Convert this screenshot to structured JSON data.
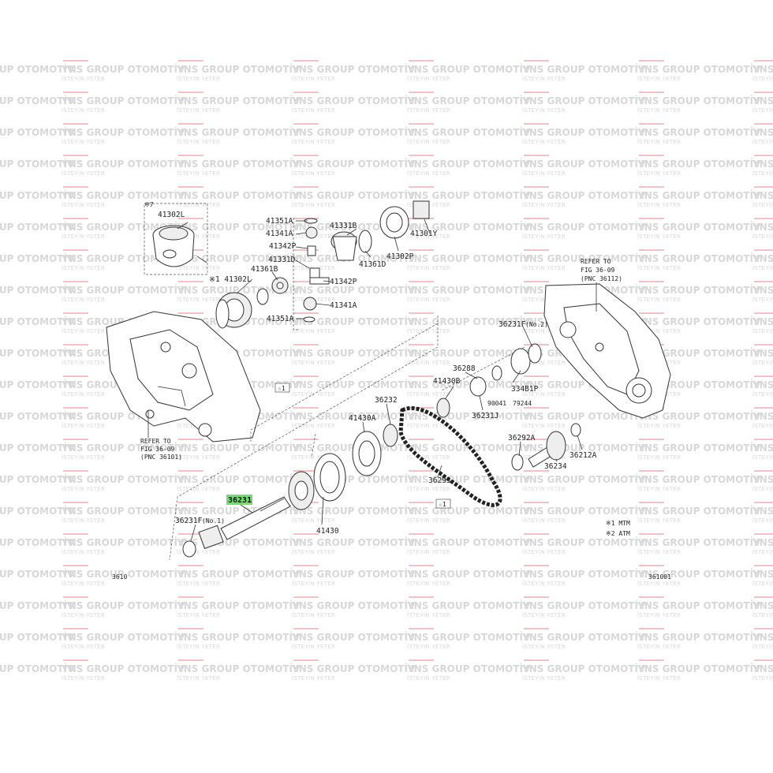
{
  "watermark": {
    "brand": "YNS GROUP OTOMOTİV",
    "slogan": "İSTEYİN YETER",
    "brand_clipped": "OTOMOTİV",
    "accent_color": "#e05050"
  },
  "highlight": {
    "part_number": "36231",
    "color": "#6ee06e"
  },
  "labels": {
    "p41302L_top": "41302L",
    "note_x7": "※7",
    "p41351A_top": "41351A",
    "p41341A_top": "41341A",
    "p41342P_top": "41342P",
    "p41331B": "41331B",
    "p41331D": "41331D",
    "p41361B": "41361B",
    "p41342P_mid": "41342P",
    "p41341A_bottom": "41341A",
    "p41351A_bottom": "41351A",
    "p41361D": "41361D",
    "p41302P": "41302P",
    "p41301Y": "41301Y",
    "p41302L_mid": "※1 41302L",
    "refer_right_1": "REFER TO",
    "refer_right_2": "FIG 36-09",
    "refer_right_3": "(PNC 36112)",
    "p36231F_top": "36231F",
    "p36231F_top_note": "(No.2)",
    "p36288": "36288",
    "p41430B": "41430B",
    "p334B1P": "334B1P",
    "p90041": "90041",
    "p79244": "79244",
    "p36231J": "36231J",
    "box1_left": "☆1",
    "p36232": "36232",
    "p41430A": "41430A",
    "refer_left_1": "REFER TO",
    "refer_left_2": "FIG 36-09",
    "refer_left_3": "(PNC 36101)",
    "p36292A": "36292A",
    "p36212A": "36212A",
    "p36234": "36234",
    "p36293": "36293",
    "box1_right": "☆1",
    "p36231_hl": "36231",
    "p36231F_bottom": "36231F",
    "p36231F_bottom_note": "(No.1)",
    "p41430": "41430",
    "legend_1": "※1  MTM",
    "legend_2": "※2  ATM",
    "corner_left": "3610",
    "corner_right": "361001"
  }
}
